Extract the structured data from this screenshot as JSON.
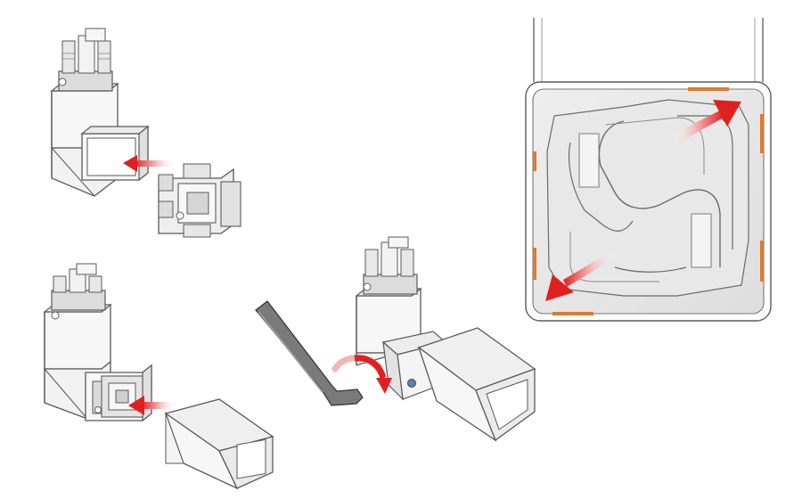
{
  "diagram": {
    "description_steps": [
      {
        "id": "step-1",
        "action": "insert-connector-into-elbow"
      },
      {
        "id": "step-2",
        "action": "slide-tube-onto-connector"
      },
      {
        "id": "step-3",
        "action": "tighten-set-screw-with-hex-key"
      },
      {
        "id": "detail",
        "action": "connector-expands-inside-tube"
      }
    ],
    "colors": {
      "line": "#5a5a5a",
      "face_light": "#f4f4f4",
      "face_mid": "#e2e2e2",
      "face_dark": "#c9c9c9",
      "arrow_red": "#e02020",
      "arrow_pale": "#f7c6c6",
      "orange_pad": "#e07a2e",
      "hex_key": "#6d6d6d",
      "screw_blue": "#5b7fb0"
    },
    "icons": [
      "hex-key-icon",
      "rotation-arrow-icon",
      "insert-arrow-icon",
      "expand-arrow-icon"
    ]
  }
}
